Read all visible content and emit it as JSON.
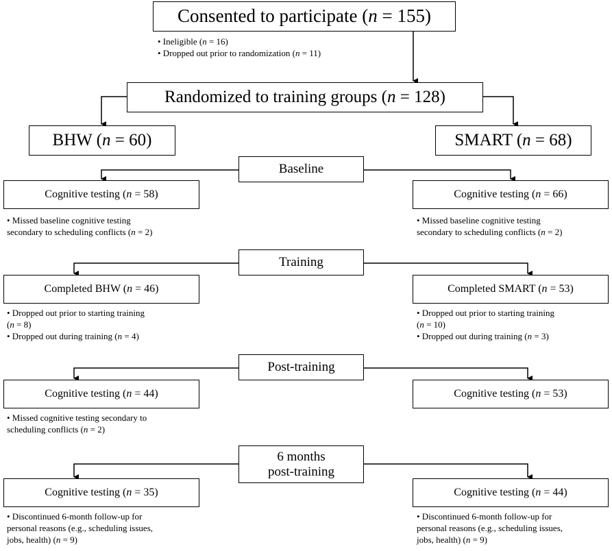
{
  "consented": "Consented to participate (n = 155)",
  "consented_notes": [
    "• Ineligible (n = 16)",
    "• Dropped out prior to randomization (n = 11)"
  ],
  "randomized": "Randomized to training groups (n = 128)",
  "bhw": "BHW (n = 60)",
  "smart": "SMART (n = 68)",
  "stages": {
    "baseline": "Baseline",
    "training": "Training",
    "post_training": "Post-training",
    "six_months_line1": "6 months",
    "six_months_line2": "post-training"
  },
  "left": {
    "baseline_box": "Cognitive testing (n = 58)",
    "baseline_notes": [
      "• Missed baseline cognitive testing",
      "secondary to scheduling conflicts (n = 2)"
    ],
    "training_box": "Completed BHW (n = 46)",
    "training_notes": [
      "• Dropped out prior to starting training",
      "(n = 8)",
      "• Dropped out during training (n = 4)"
    ],
    "post_box": "Cognitive testing (n = 44)",
    "post_notes": [
      "• Missed cognitive testing secondary to",
      "scheduling conflicts (n = 2)"
    ],
    "six_box": "Cognitive testing (n = 35)",
    "six_notes": [
      "• Discontinued 6-month follow-up for",
      "personal reasons (e.g., scheduling issues,",
      "jobs, health) (n = 9)"
    ]
  },
  "right": {
    "baseline_box": "Cognitive testing (n = 66)",
    "baseline_notes": [
      "• Missed baseline cognitive testing",
      "secondary to scheduling conflicts (n = 2)"
    ],
    "training_box": "Completed SMART (n = 53)",
    "training_notes": [
      "• Dropped out prior to starting training",
      "(n = 10)",
      "• Dropped out during training (n = 3)"
    ],
    "post_box": "Cognitive testing (n = 53)",
    "six_box": "Cognitive testing (n = 44)",
    "six_notes": [
      "• Discontinued 6-month follow-up for",
      "personal reasons (e.g., scheduling issues,",
      "jobs, health) (n = 9)"
    ]
  }
}
